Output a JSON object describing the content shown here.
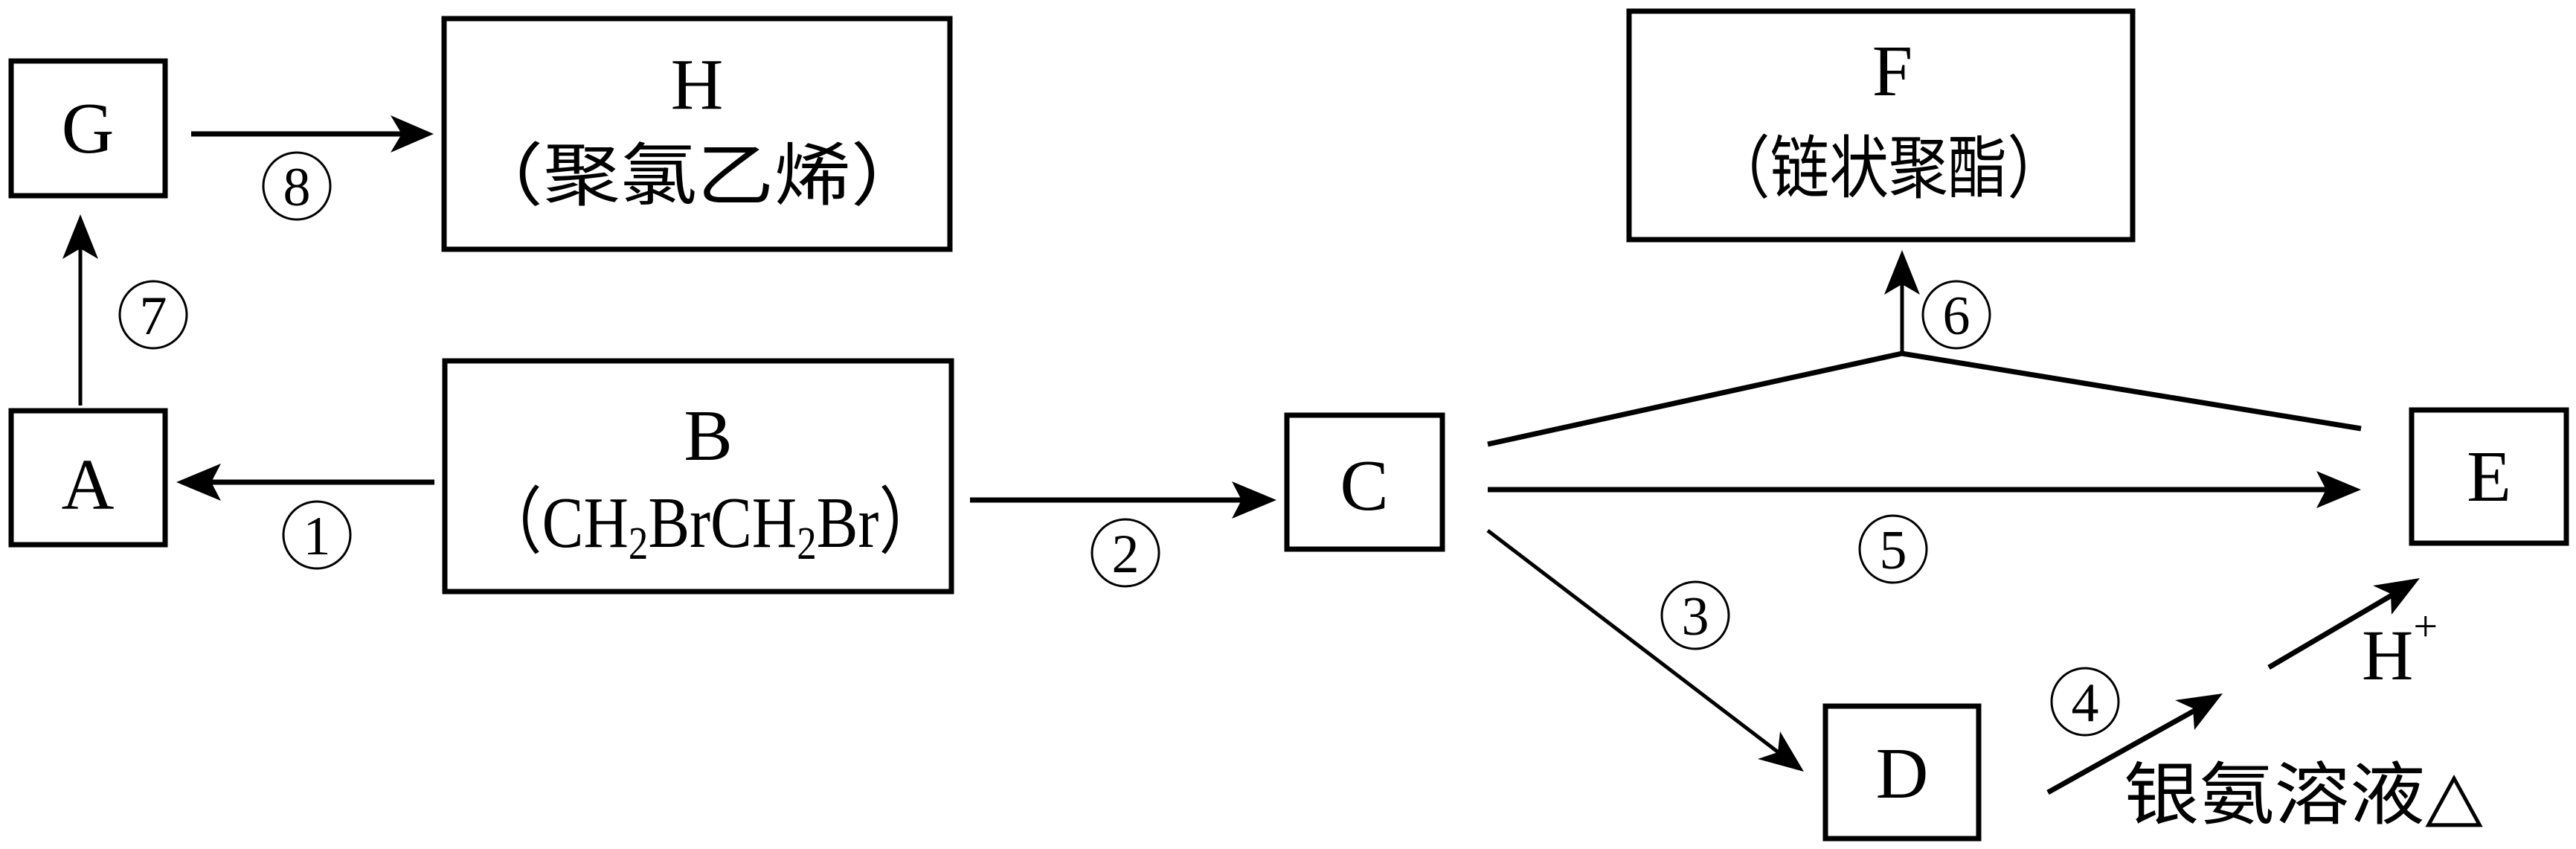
{
  "diagram": {
    "type": "reaction-flowchart",
    "colors": {
      "stroke": "#000000",
      "background": "#ffffff"
    },
    "nodes": {
      "G": {
        "label": "G",
        "note": ""
      },
      "H": {
        "label": "H",
        "note": "（聚氯乙烯）"
      },
      "A": {
        "label": "A",
        "note": ""
      },
      "B": {
        "label": "B",
        "note_open": "（",
        "note_parts": [
          "CH",
          "2",
          "BrCH",
          "2",
          "Br"
        ],
        "note_close": "）"
      },
      "C": {
        "label": "C",
        "note": ""
      },
      "D": {
        "label": "D",
        "note": ""
      },
      "E": {
        "label": "E",
        "note": ""
      },
      "F": {
        "label": "F",
        "note": "（链状聚酯）"
      }
    },
    "steps": [
      {
        "id": "1",
        "label": "1",
        "from": "B",
        "to": "A"
      },
      {
        "id": "2",
        "label": "2",
        "from": "B",
        "to": "C"
      },
      {
        "id": "3",
        "label": "3",
        "from": "C",
        "to": "D"
      },
      {
        "id": "4",
        "label": "4",
        "from": "D",
        "to": "E",
        "conditions_below": "银氨溶液△",
        "conditions_above": "H",
        "conditions_above_sup": "+"
      },
      {
        "id": "5",
        "label": "5",
        "from": "C",
        "to": "E"
      },
      {
        "id": "6",
        "label": "6",
        "from": [
          "C",
          "E"
        ],
        "to": "F"
      },
      {
        "id": "7",
        "label": "7",
        "from": "A",
        "to": "G"
      },
      {
        "id": "8",
        "label": "8",
        "from": "G",
        "to": "H"
      }
    ]
  }
}
